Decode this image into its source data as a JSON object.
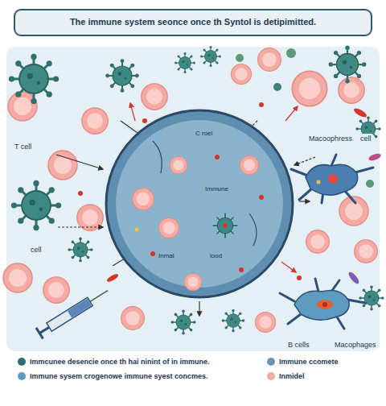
{
  "diagram": {
    "title": "The immune system seonce once th Syntol is detipimitted.",
    "nodes": [
      {
        "text": [
          "C roel",
          "Immune",
          "Inmal",
          "lood"
        ]
      }
    ],
    "labels": [
      "T cell",
      "Macoophress",
      "cell",
      "cell",
      "B cells",
      "Macophages"
    ],
    "legend": [
      {
        "text": "Immcunee desencie once th hai ninint of in immune.",
        "color": "#2e6b78"
      },
      {
        "text": "Immune sysem crogenowe immune syest concmes.",
        "color": "#5d9cc0"
      },
      {
        "text": "Immune ccomete",
        "color": "#6f93b3"
      },
      {
        "text": "Inmidel",
        "color": "#f2a9a3"
      }
    ]
  }
}
